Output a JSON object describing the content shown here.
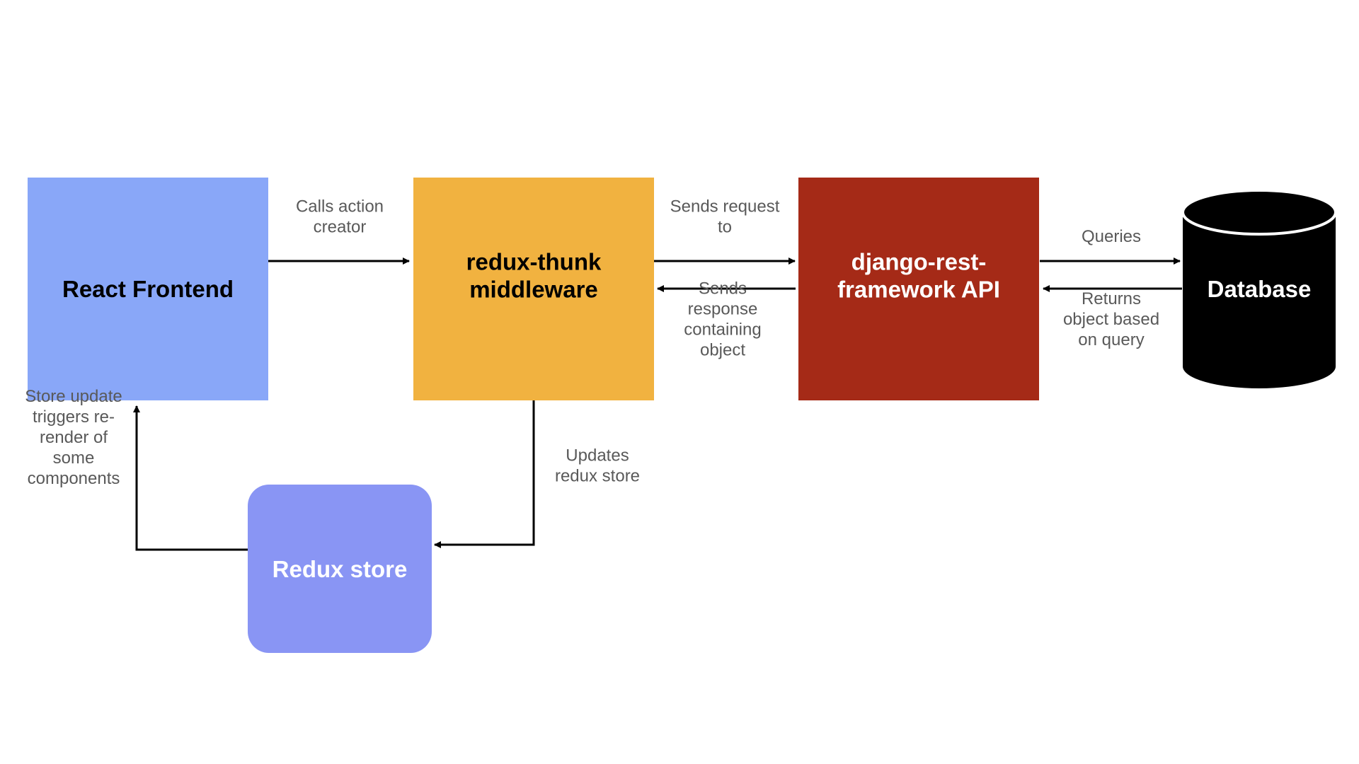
{
  "nodes": {
    "react_frontend": {
      "lines": [
        "React Frontend"
      ],
      "fill": "#89a7f8",
      "text_color": "#000000"
    },
    "redux_thunk": {
      "lines": [
        "redux-thunk",
        "middleware"
      ],
      "fill": "#f1b240",
      "text_color": "#000000"
    },
    "django_api": {
      "lines": [
        "django-rest-",
        "framework API"
      ],
      "fill": "#a52a17",
      "text_color": "#ffffff"
    },
    "database": {
      "lines": [
        "Database"
      ],
      "fill": "#000000",
      "text_color": "#ffffff"
    },
    "redux_store": {
      "lines": [
        "Redux store"
      ],
      "fill": "#8995f4",
      "text_color": "#ffffff"
    }
  },
  "edges": {
    "calls_action": {
      "lines": [
        "Calls action",
        "creator"
      ]
    },
    "sends_request": {
      "lines": [
        "Sends request",
        "to"
      ]
    },
    "sends_response": {
      "lines": [
        "Sends",
        "response",
        "containing",
        "object"
      ]
    },
    "queries": {
      "lines": [
        "Queries"
      ]
    },
    "returns_object": {
      "lines": [
        "Returns",
        "object based",
        "on query"
      ]
    },
    "updates_store": {
      "lines": [
        "Updates",
        "redux store"
      ]
    },
    "store_update": {
      "lines": [
        "Store update",
        "triggers re-",
        "render of",
        "some",
        "components"
      ]
    }
  }
}
